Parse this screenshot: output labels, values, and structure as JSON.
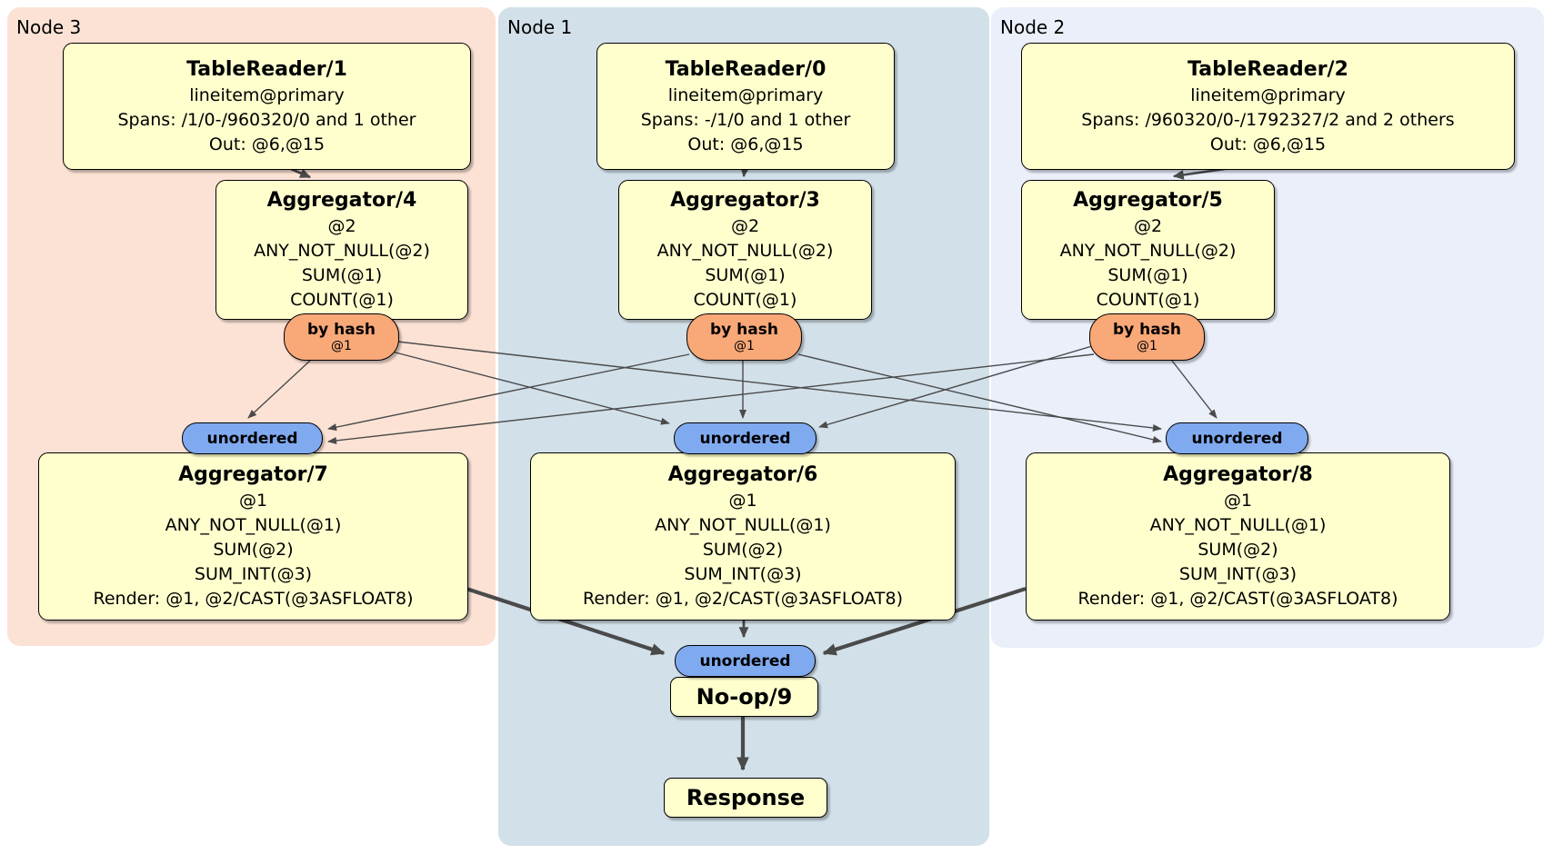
{
  "colors": {
    "node3_bg": "#fce2d5",
    "node1_bg": "#d2e0e9",
    "node2_bg": "#eaeffa",
    "processor_fill": "#ffffce",
    "router_fill": "#f9a878",
    "sync_fill": "#80aaf0",
    "edge": "#4a4a4a",
    "border": "#000000"
  },
  "panels": {
    "node3": {
      "label": "Node 3"
    },
    "node1": {
      "label": "Node 1"
    },
    "node2": {
      "label": "Node 2"
    }
  },
  "processors": {
    "tablereader1": {
      "title": "TableReader/1",
      "lines": [
        "lineitem@primary",
        "Spans: /1/0-/960320/0 and 1 other",
        "Out: @6,@15"
      ]
    },
    "tablereader0": {
      "title": "TableReader/0",
      "lines": [
        "lineitem@primary",
        "Spans: -/1/0 and 1 other",
        "Out: @6,@15"
      ]
    },
    "tablereader2": {
      "title": "TableReader/2",
      "lines": [
        "lineitem@primary",
        "Spans: /960320/0-/1792327/2 and 2 others",
        "Out: @6,@15"
      ]
    },
    "aggregator4": {
      "title": "Aggregator/4",
      "lines": [
        "@2",
        "ANY_NOT_NULL(@2)",
        "SUM(@1)",
        "COUNT(@1)"
      ]
    },
    "aggregator3": {
      "title": "Aggregator/3",
      "lines": [
        "@2",
        "ANY_NOT_NULL(@2)",
        "SUM(@1)",
        "COUNT(@1)"
      ]
    },
    "aggregator5": {
      "title": "Aggregator/5",
      "lines": [
        "@2",
        "ANY_NOT_NULL(@2)",
        "SUM(@1)",
        "COUNT(@1)"
      ]
    },
    "aggregator7": {
      "title": "Aggregator/7",
      "lines": [
        "@1",
        "ANY_NOT_NULL(@1)",
        "SUM(@2)",
        "SUM_INT(@3)",
        "Render: @1, @2/CAST(@3ASFLOAT8)"
      ]
    },
    "aggregator6": {
      "title": "Aggregator/6",
      "lines": [
        "@1",
        "ANY_NOT_NULL(@1)",
        "SUM(@2)",
        "SUM_INT(@3)",
        "Render: @1, @2/CAST(@3ASFLOAT8)"
      ]
    },
    "aggregator8": {
      "title": "Aggregator/8",
      "lines": [
        "@1",
        "ANY_NOT_NULL(@1)",
        "SUM(@2)",
        "SUM_INT(@3)",
        "Render: @1, @2/CAST(@3ASFLOAT8)"
      ]
    },
    "noop": {
      "title": "No-op/9"
    },
    "response": {
      "title": "Response"
    }
  },
  "routers": {
    "left": {
      "label": "by hash",
      "detail": "@1"
    },
    "mid": {
      "label": "by hash",
      "detail": "@1"
    },
    "right": {
      "label": "by hash",
      "detail": "@1"
    }
  },
  "syncs": {
    "left": {
      "label": "unordered"
    },
    "mid": {
      "label": "unordered"
    },
    "right": {
      "label": "unordered"
    },
    "final": {
      "label": "unordered"
    }
  }
}
